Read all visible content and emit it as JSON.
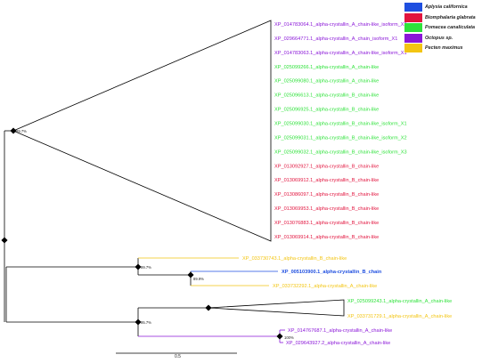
{
  "legend": [
    {
      "label": "Aplysia californica",
      "color": "#1f4fe0"
    },
    {
      "label": "Biomphalaria glabrata",
      "color": "#e2143e"
    },
    {
      "label": "Pomacea canaliculata",
      "color": "#2ee23a"
    },
    {
      "label": "Octopus sp.",
      "color": "#8a16d8"
    },
    {
      "label": "Pecten maximus",
      "color": "#f3c512"
    }
  ],
  "triangle_group": {
    "support": "99.7%",
    "leaves": [
      {
        "label": "XP_014783064.1_alpha-crystallin_A_chain-like_isoform_X2",
        "species": "Octopus sp."
      },
      {
        "label": "XP_029664771.1_alpha-crystallin_A_chain_isoform_X1",
        "species": "Octopus sp."
      },
      {
        "label": "XP_014783063.1_alpha-crystallin_A_chain-like_isoform_X1",
        "species": "Octopus sp."
      },
      {
        "label": "XP_025099266.1_alpha-crystallin_A_chain-like",
        "species": "Pomacea canaliculata"
      },
      {
        "label": "XP_025099080.1_alpha-crystallin_A_chain-like",
        "species": "Pomacea canaliculata"
      },
      {
        "label": "XP_025096613.1_alpha-crystallin_B_chain-like",
        "species": "Pomacea canaliculata"
      },
      {
        "label": "XP_025096925.1_alpha-crystallin_B_chain-like",
        "species": "Pomacea canaliculata"
      },
      {
        "label": "XP_025099030.1_alpha-crystallin_B_chain-like_isoform_X1",
        "species": "Pomacea canaliculata"
      },
      {
        "label": "XP_025099031.1_alpha-crystallin_B_chain-like_isoform_X2",
        "species": "Pomacea canaliculata"
      },
      {
        "label": "XP_025099032.1_alpha-crystallin_B_chain-like_isoform_X3",
        "species": "Pomacea canaliculata"
      },
      {
        "label": "XP_013092927.1_alpha-crystallin_B_chain-like",
        "species": "Biomphalaria glabrata"
      },
      {
        "label": "XP_013069912.1_alpha-crystallin_B_chain-like",
        "species": "Biomphalaria glabrata"
      },
      {
        "label": "XP_013086097.1_alpha-crystallin_B_chain-like",
        "species": "Biomphalaria glabrata"
      },
      {
        "label": "XP_013069953.1_alpha-crystallin_B_chain-like",
        "species": "Biomphalaria glabrata"
      },
      {
        "label": "XP_013076883.1_alpha-crystallin_B_chain-like",
        "species": "Biomphalaria glabrata"
      },
      {
        "label": "XP_013069914.1_alpha-crystallin_B_chain-like",
        "species": "Biomphalaria glabrata"
      }
    ]
  },
  "middle_group": {
    "support_outer": "99.7%",
    "support_inner": "89.9%",
    "leaves": [
      {
        "label": "XP_033730743.1_alpha-crystallin_B_chain-like",
        "species": "Pecten maximus"
      },
      {
        "label": "XP_005103900.1_alpha-crystallin_B_chain",
        "species": "Aplysia californica"
      },
      {
        "label": "XP_033732292.1_alpha-crystallin_A_chain-like",
        "species": "Pecten maximus"
      }
    ]
  },
  "bottom_group": {
    "support_outer": "95.7%",
    "support_octopus": "100%",
    "small_triangle_leaves": [
      {
        "label": "XP_025099243.1_alpha-crystallin_A_chain-like",
        "species": "Pomacea canaliculata"
      },
      {
        "label": "XP_033731729.1_alpha-crystallin_A_chain-like",
        "species": "Pecten maximus"
      }
    ],
    "octopus_leaves": [
      {
        "label": "XP_014767687.1_alpha-crystallin_A_chain-like",
        "species": "Octopus sp."
      },
      {
        "label": "XP_029643927.2_alpha-crystallin_A_chain-like",
        "species": "Octopus sp."
      }
    ]
  },
  "scale_bar": {
    "label": "0.5"
  }
}
